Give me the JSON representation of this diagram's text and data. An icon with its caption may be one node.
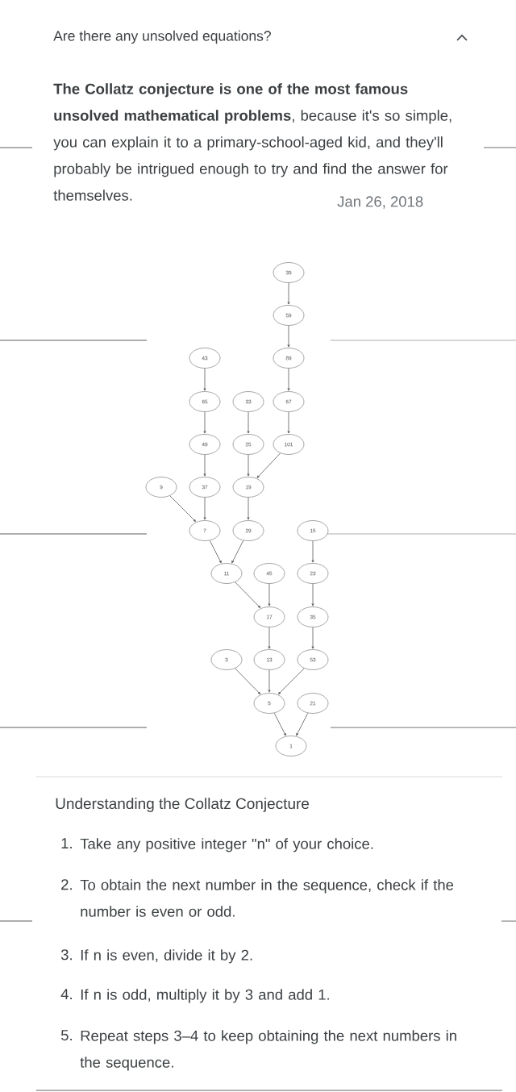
{
  "diagram": {
    "title": "Are there any unsolved equations?",
    "nodes": [
      {
        "text": [
          "39"
        ]
      },
      {
        "text": [
          "59"
        ]
      },
      {
        "text": [
          "43"
        ]
      },
      {
        "text": [
          "89"
        ]
      },
      {
        "text": [
          "65"
        ]
      },
      {
        "text": [
          "33"
        ]
      },
      {
        "text": [
          "67"
        ]
      },
      {
        "text": [
          "49"
        ]
      },
      {
        "text": [
          "25"
        ]
      },
      {
        "text": [
          "101"
        ]
      },
      {
        "text": [
          "9"
        ]
      },
      {
        "text": [
          "37"
        ]
      },
      {
        "text": [
          "19"
        ]
      },
      {
        "text": [
          "7"
        ]
      },
      {
        "text": [
          "29"
        ]
      },
      {
        "text": [
          "15"
        ]
      },
      {
        "text": [
          "11"
        ]
      },
      {
        "text": [
          "45"
        ]
      },
      {
        "text": [
          "23"
        ]
      },
      {
        "text": [
          "17"
        ]
      },
      {
        "text": [
          "35"
        ]
      },
      {
        "text": [
          "3"
        ]
      },
      {
        "text": [
          "13"
        ]
      },
      {
        "text": [
          "53"
        ]
      },
      {
        "text": [
          "5"
        ]
      },
      {
        "text": [
          "21"
        ]
      },
      {
        "text": [
          "1"
        ]
      }
    ],
    "edges": [
      {
        "from": 0,
        "to": 1,
        "arrow": "to"
      },
      {
        "from": 1,
        "to": 3,
        "arrow": "to"
      },
      {
        "from": 3,
        "to": 6,
        "arrow": "to"
      },
      {
        "from": 2,
        "to": 4,
        "arrow": "to"
      },
      {
        "from": 4,
        "to": 7,
        "arrow": "to"
      },
      {
        "from": 7,
        "to": 11,
        "arrow": "to"
      },
      {
        "from": 5,
        "to": 8,
        "arrow": "to"
      },
      {
        "from": 8,
        "to": 12,
        "arrow": "to"
      },
      {
        "from": 6,
        "to": 9,
        "arrow": "to"
      },
      {
        "from": 9,
        "to": 12,
        "arrow": "to"
      },
      {
        "from": 10,
        "to": 13,
        "arrow": "to"
      },
      {
        "from": 11,
        "to": 13,
        "arrow": "to"
      },
      {
        "from": 12,
        "to": 14,
        "arrow": "to"
      },
      {
        "from": 13,
        "to": 16,
        "arrow": "to"
      },
      {
        "from": 14,
        "to": 16,
        "arrow": "to"
      },
      {
        "from": 15,
        "to": 18,
        "arrow": "to"
      },
      {
        "from": 16,
        "to": 19,
        "arrow": "to"
      },
      {
        "from": 17,
        "to": 19,
        "arrow": "to"
      },
      {
        "from": 18,
        "to": 20,
        "arrow": "to"
      },
      {
        "from": 19,
        "to": 22,
        "arrow": "to"
      },
      {
        "from": 20,
        "to": 23,
        "arrow": "to"
      },
      {
        "from": 21,
        "to": 24,
        "arrow": "to"
      },
      {
        "from": 22,
        "to": 24,
        "arrow": "to"
      },
      {
        "from": 23,
        "to": 24,
        "arrow": "to"
      },
      {
        "from": 24,
        "to": 26,
        "arrow": "to"
      },
      {
        "from": 25,
        "to": 26,
        "arrow": "to"
      }
    ],
    "labels": [
      "**The Collatz conjecture is one of the most famous unsolved mathematical problems**, because it's so simple, you can explain it to a primary-school-aged kid, and they'll probably be intrigued enough to try and find the answer for themselves.",
      "Jan 26, 2018",
      "Understanding the Collatz Conjecture",
      "1.",
      "Take any positive integer \"n\" of your choice.",
      "2.",
      "To obtain the next number in the sequence, check if the number is even or odd.",
      "3.",
      "If n is even, divide it by 2.",
      "4.",
      "If n is odd, multiply it by 3 and add 1.",
      "5.",
      "Repeat steps 3–4 to keep obtaining the next numbers in the sequence."
    ]
  }
}
